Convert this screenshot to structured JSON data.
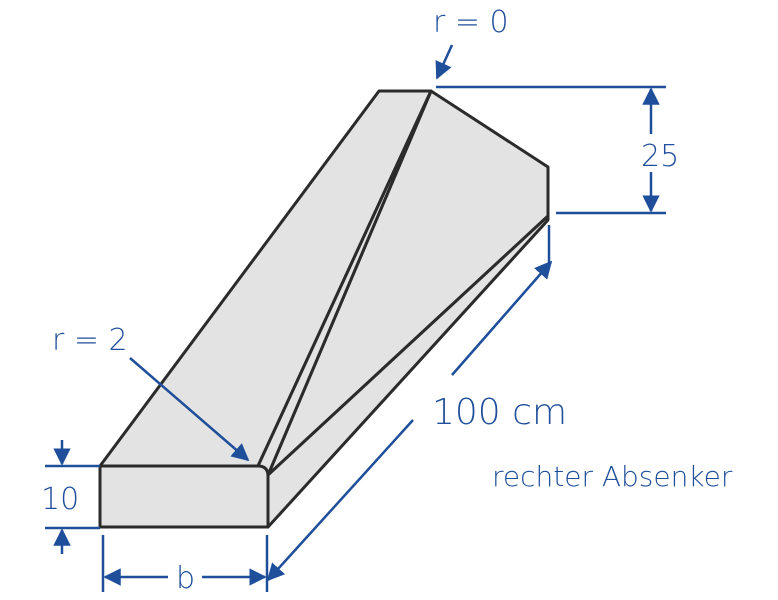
{
  "labels": {
    "radius_top": "r = 0",
    "radius_front": "r = 2",
    "height_back": "25",
    "height_front": "10",
    "length": "100 cm",
    "width": "b",
    "caption": "rechter Absenker"
  },
  "colors": {
    "face_fill": "#e3e3e3",
    "outline": "#2b2b2b",
    "dimension": "#1f4e9a"
  }
}
